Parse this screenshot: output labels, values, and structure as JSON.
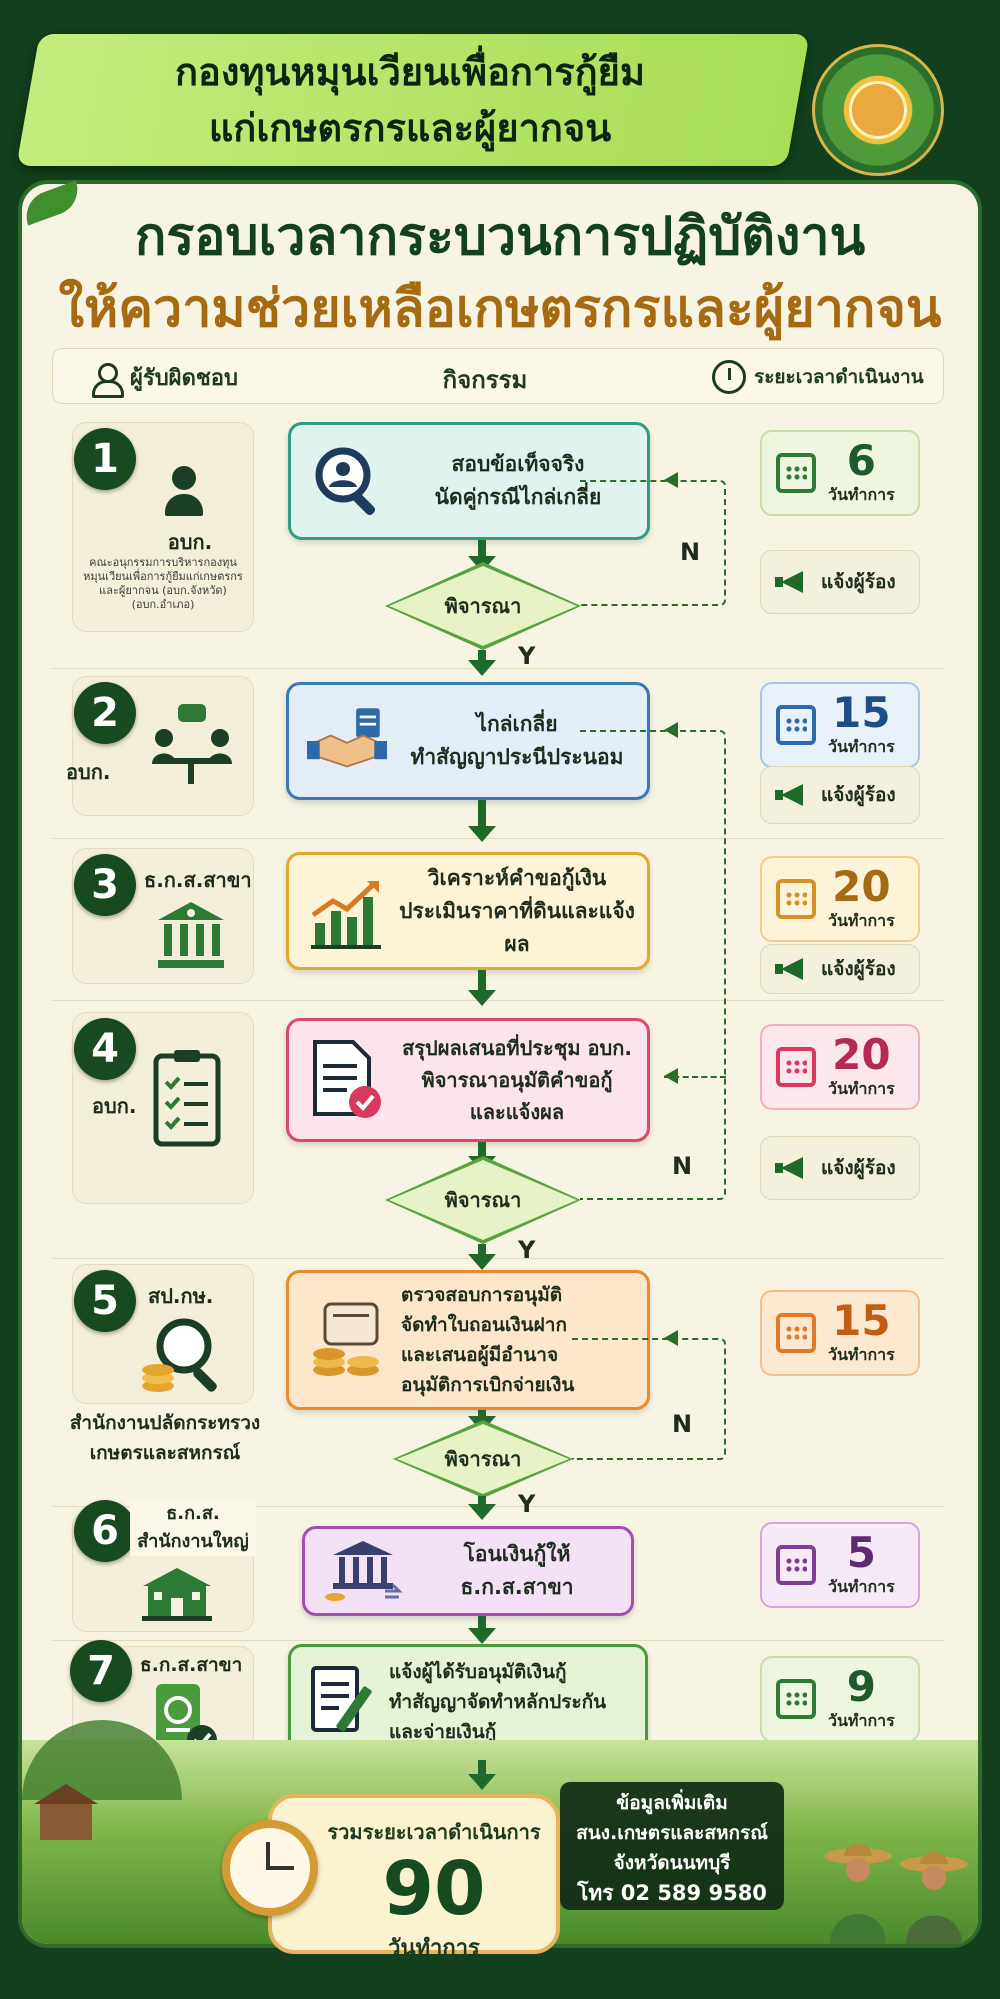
{
  "header": {
    "title_line1": "กองทุนหมุนเวียนเพื่อการกู้ยืม",
    "title_line2": "แก่เกษตรกรและผู้ยากจน"
  },
  "main_title": {
    "line1": "กรอบเวลากระบวนการปฏิบัติงาน",
    "line2": "ให้ความช่วยเหลือเกษตรกรและผู้ยากจน"
  },
  "columns": {
    "responsible": "ผู้รับผิดชอบ",
    "activity": "กิจกรรม",
    "duration": "ระยะเวลาดำเนินงาน"
  },
  "steps": [
    {
      "num": "1",
      "responsible": "อบก.",
      "responsible_note": "คณะอนุกรรมการบริหารกองทุนหมุนเวียนเพื่อการกู้ยืมแก่เกษตรกรและผู้ยากจน (อบก.จังหวัด) (อบก.อำเภอ)",
      "activity_l1": "สอบข้อเท็จจริง",
      "activity_l2": "นัดคู่กรณีไกล่เกลี่ย",
      "days": "6",
      "unit": "วันทำการ",
      "notify": "แจ้งผู้ร้อง"
    },
    {
      "num": "2",
      "responsible": "อบก.",
      "activity_l1": "ไกล่เกลี่ย",
      "activity_l2": "ทำสัญญาประนีประนอม",
      "days": "15",
      "unit": "วันทำการ",
      "notify": "แจ้งผู้ร้อง"
    },
    {
      "num": "3",
      "responsible": "ธ.ก.ส.สาขา",
      "activity_l1": "วิเคราะห์คำขอกู้เงิน",
      "activity_l2": "ประเมินราคาที่ดินและแจ้งผล",
      "days": "20",
      "unit": "วันทำการ",
      "notify": "แจ้งผู้ร้อง"
    },
    {
      "num": "4",
      "responsible": "อบก.",
      "activity_l1": "สรุปผลเสนอที่ประชุม อบก.",
      "activity_l2": "พิจารณาอนุมัติคำขอกู้",
      "activity_l3": "และแจ้งผล",
      "days": "20",
      "unit": "วันทำการ",
      "notify": "แจ้งผู้ร้อง"
    },
    {
      "num": "5",
      "responsible": "สป.กษ.",
      "responsible_note_l1": "สำนักงานปลัดกระทรวง",
      "responsible_note_l2": "เกษตรและสหกรณ์",
      "activity_l1": "ตรวจสอบการอนุมัติ",
      "activity_l2": "จัดทำใบถอนเงินฝาก",
      "activity_l3": "และเสนอผู้มีอำนาจ",
      "activity_l4": "อนุมัติการเบิกจ่ายเงิน",
      "days": "15",
      "unit": "วันทำการ"
    },
    {
      "num": "6",
      "responsible_l1": "ธ.ก.ส.",
      "responsible_l2": "สำนักงานใหญ่",
      "activity_l1": "โอนเงินกู้ให้",
      "activity_l2": "ธ.ก.ส.สาขา",
      "days": "5",
      "unit": "วันทำการ"
    },
    {
      "num": "7",
      "responsible": "ธ.ก.ส.สาขา",
      "activity_l1": "แจ้งผู้ได้รับอนุมัติเงินกู้",
      "activity_l2": "ทำสัญญาจัดทำหลักประกัน",
      "activity_l3": "และจ่ายเงินกู้",
      "days": "9",
      "unit": "วันทำการ"
    }
  ],
  "decision": {
    "label": "พิจารณา",
    "yes": "Y",
    "no": "N"
  },
  "total": {
    "label": "รวมระยะเวลาดำเนินการ",
    "days": "90",
    "unit": "วันทำการ"
  },
  "contact": {
    "line1": "ข้อมูลเพิ่มเติม",
    "line2": "สนง.เกษตรและสหกรณ์",
    "line3": "จังหวัดนนทบุรี",
    "line4": "โทร 02 589 9580"
  },
  "colors": {
    "step1": "#2f9c86",
    "step2": "#3a78b8",
    "step3": "#e0a92d",
    "step4": "#d9486f",
    "step5": "#e98a2c",
    "step6": "#a24fb4",
    "step7": "#4a9b3c"
  }
}
